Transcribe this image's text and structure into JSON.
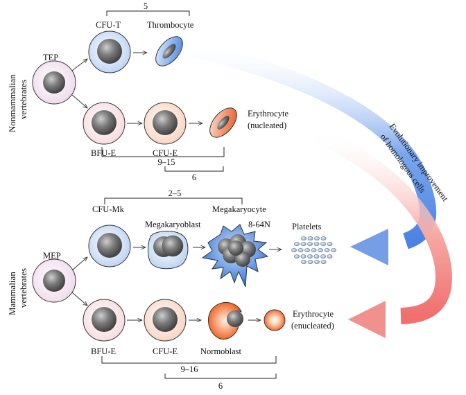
{
  "groups": {
    "nonmammalian": {
      "side_label_line1": "Nonmammalian",
      "side_label_line2": "vertebrates"
    },
    "mammalian": {
      "side_label_line1": "Mammalian",
      "side_label_line2": "vertebrates"
    }
  },
  "cells": {
    "tep": "TEP",
    "cfu_t": "CFU-T",
    "thrombocyte": "Thrombocyte",
    "bfu_e_top": "BFU-E",
    "cfu_e_top": "CFU-E",
    "erythrocyte_nucleated_line1": "Erythrocyte",
    "erythrocyte_nucleated_line2": "(nucleated)",
    "mep": "MEP",
    "cfu_mk": "CFU-Mk",
    "megakaryoblast": "Megakaryoblast",
    "megakaryocyte": "Megakaryocyte",
    "ploidy": "8-64N",
    "platelets": "Platelets",
    "bfu_e_bottom": "BFU-E",
    "cfu_e_bottom": "CFU-E",
    "normoblast": "Normoblast",
    "erythrocyte_enucleated_line1": "Erythrocyte",
    "erythrocyte_enucleated_line2": "(enucleated)"
  },
  "brackets": {
    "thrombo_days": "5",
    "top_ery_long": "9–15",
    "top_ery_short": "6",
    "mk_days": "2–5",
    "bottom_ery_long": "9–16",
    "bottom_ery_short": "6"
  },
  "evolution": {
    "line1": "Evolutionary improvement",
    "line2": "of homologous cells"
  },
  "colors": {
    "blue_cell": "#cfe0f7",
    "pink_cell": "#fbe3e6",
    "peach_cell": "#fbe1d2",
    "tep_cell": "#f6e9f3",
    "orange": "#f0641e",
    "blue_arrow": "#5d8fe8",
    "red_arrow": "#f27a7a"
  }
}
